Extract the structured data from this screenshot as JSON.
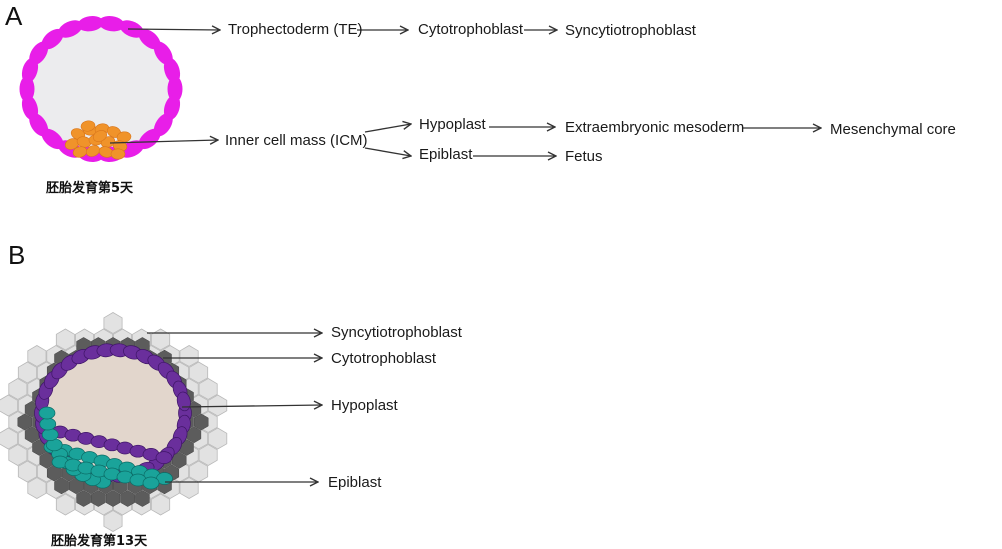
{
  "panel_a": {
    "letter": "A",
    "caption": "胚胎发育第5天",
    "labels": {
      "te": "Trophectoderm (TE)",
      "cyto": "Cytotrophoblast",
      "syncytio": "Syncytiotrophoblast",
      "icm": "Inner cell mass (ICM)",
      "hypoplast": "Hypoplast",
      "epiblast": "Epiblast",
      "extra": "Extraembryonic mesoderm",
      "mesen": "Mesenchymal core",
      "fetus": "Fetus"
    }
  },
  "panel_b": {
    "letter": "B",
    "caption": "胚胎发育第13天",
    "labels": {
      "syncytio": "Syncytiotrophoblast",
      "cyto": "Cytotrophoblast",
      "hypoplast": "Hypoplast",
      "epiblast": "Epiblast"
    }
  },
  "colors": {
    "trophectoderm": "#e81ee8",
    "icm": "#f0932a",
    "blasto_cavity": "#ececee",
    "syncytio_cells": "#e2e2e2",
    "cyto_cells": "#5c5c5c",
    "hypoplast_cells": "#6a2f9c",
    "epiblast_cells": "#1aa39a",
    "cavity_b": "#e2d6cc",
    "arrow": "#333333"
  }
}
